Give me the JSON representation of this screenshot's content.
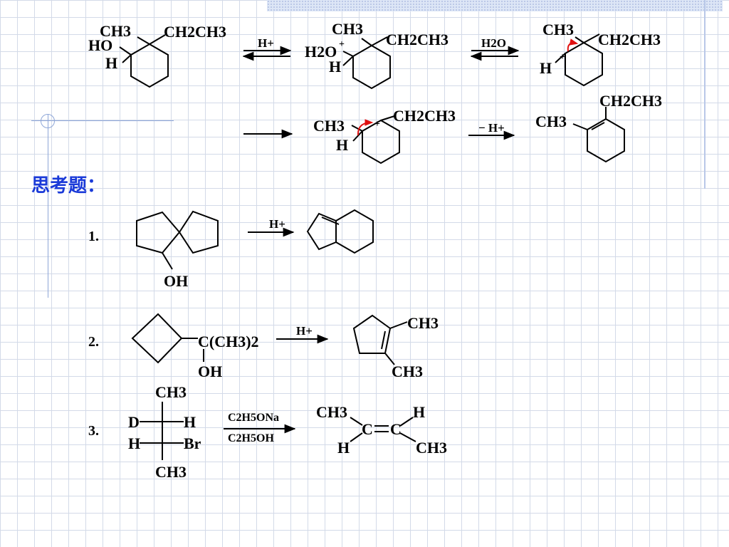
{
  "heading": "思考题：",
  "mechanism": {
    "step1": {
      "start_ch3": "CH3",
      "start_ethyl": "CH2CH3",
      "start_ho": "HO",
      "start_h": "H",
      "arrow_reagent": "H+",
      "mid_ch3": "CH3",
      "mid_ethyl": "CH2CH3",
      "mid_h2o": "H2O",
      "mid_plus": "+",
      "mid_h": "H",
      "arrow2_reagent": "H2O",
      "cation_ch3": "CH3",
      "cation_ethyl": "CH2CH3",
      "cation_plus": "+",
      "cation_h": "H"
    },
    "step2": {
      "cation_ch3": "CH3",
      "cation_ethyl": "CH2CH3",
      "cation_plus": "+",
      "cation_h": "H",
      "arrow_reagent": "− H+",
      "product_ch3": "CH3",
      "product_ethyl": "CH2CH3"
    }
  },
  "problems": [
    {
      "number": "1.",
      "oh": "OH",
      "reagent": "H+"
    },
    {
      "number": "2.",
      "substituent": "C(CH3)2",
      "oh": "OH",
      "reagent": "H+",
      "product_ch3_top": "CH3",
      "product_ch3_bottom": "CH3"
    },
    {
      "number": "3.",
      "top": "CH3",
      "d": "D",
      "h_right": "H",
      "h_left": "H",
      "br": "Br",
      "bottom": "CH3",
      "reagent_top": "C2H5ONa",
      "reagent_bottom": "C2H5OH",
      "prod_ch3_left": "CH3",
      "prod_c1": "C",
      "prod_c2": "C",
      "prod_h_left": "H",
      "prod_h_right": "H",
      "prod_ch3_right": "CH3"
    }
  ]
}
